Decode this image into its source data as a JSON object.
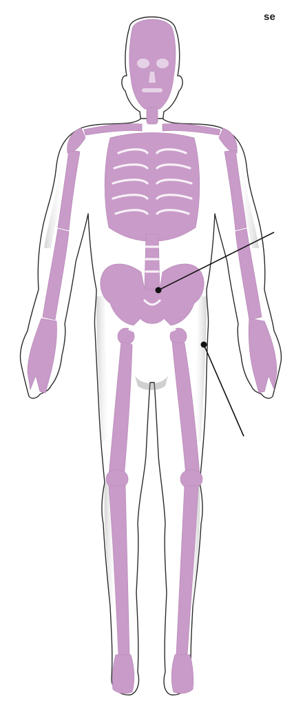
{
  "label": {
    "text": "se"
  },
  "colors": {
    "bone": "#C99BC9",
    "bone_dark": "#B584B8",
    "skin_outline": "#2A2A2A",
    "shading": "#9A9A9A",
    "leader": "#111111"
  },
  "figure": {
    "subject": "human-skeleton-front-view",
    "pointers": [
      {
        "name": "pointer-spine"
      },
      {
        "name": "pointer-femur"
      }
    ]
  }
}
